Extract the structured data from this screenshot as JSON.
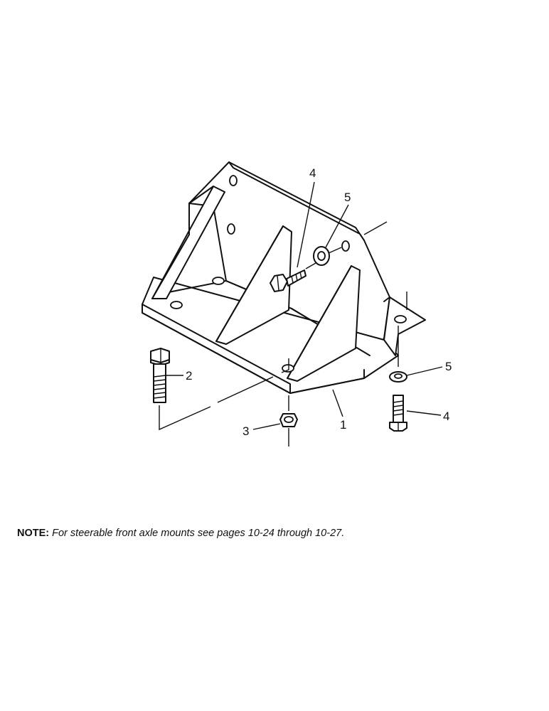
{
  "diagram": {
    "callouts": [
      {
        "id": "c4a",
        "label": "4"
      },
      {
        "id": "c5a",
        "label": "5"
      },
      {
        "id": "c2",
        "label": "2"
      },
      {
        "id": "c5b",
        "label": "5"
      },
      {
        "id": "c3",
        "label": "3"
      },
      {
        "id": "c1",
        "label": "1"
      },
      {
        "id": "c4b",
        "label": "4"
      }
    ]
  },
  "note": {
    "label": "NOTE:",
    "text": "For steerable front axle mounts see pages 10-24 through 10-27."
  }
}
